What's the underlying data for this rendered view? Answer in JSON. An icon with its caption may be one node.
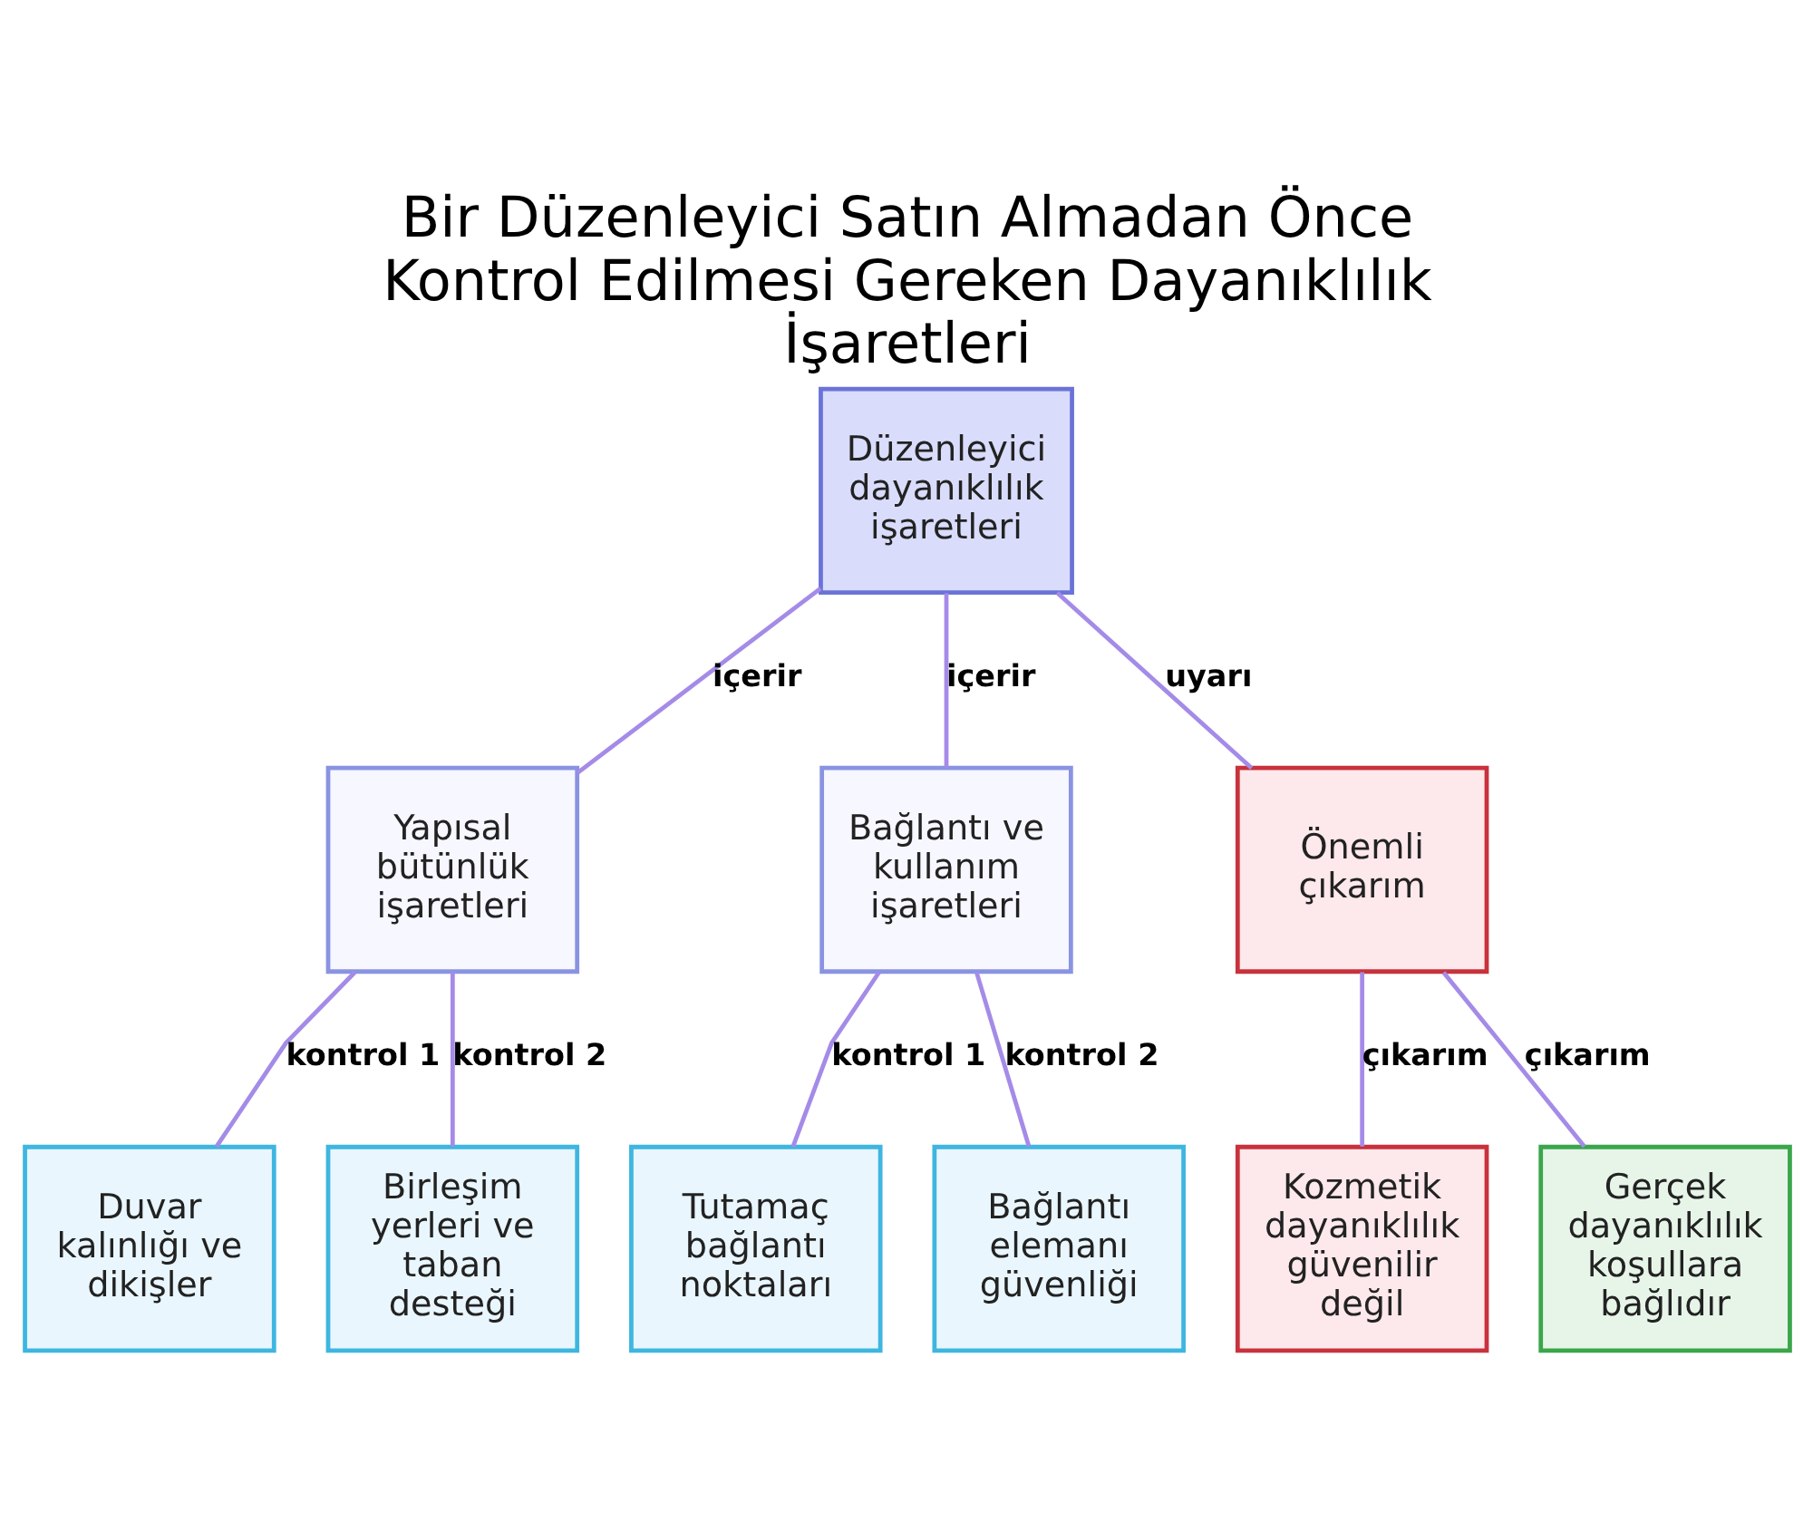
{
  "diagram": {
    "title": "Bir Düzenleyici Satın Almadan Önce Kontrol Edilmesi Gereken Dayanıklılık İşaretleri",
    "nodes": [
      {
        "text": [
          "Düzenleyici dayanıklılık işaretleri"
        ]
      },
      {
        "text": [
          "Yapısal bütünlük işaretleri"
        ]
      },
      {
        "text": [
          "Bağlantı ve kullanım işaretleri"
        ]
      },
      {
        "text": [
          "Önemli çıkarım"
        ]
      },
      {
        "text": [
          "Duvar kalınlığı ve dikişler"
        ]
      },
      {
        "text": [
          "Birleşim yerleri ve taban desteği"
        ]
      },
      {
        "text": [
          "Tutamaç bağlantı noktaları"
        ]
      },
      {
        "text": [
          "Bağlantı elemanı güvenliği"
        ]
      },
      {
        "text": [
          "Kozmetik dayanıklılık güvenilir değil"
        ]
      },
      {
        "text": [
          "Gerçek dayanıklılık koşullara bağlıdır"
        ]
      }
    ],
    "edges": [
      {
        "from": 0,
        "to": 1,
        "arrow": "none",
        "label": "içerir"
      },
      {
        "from": 0,
        "to": 2,
        "arrow": "none",
        "label": "içerir"
      },
      {
        "from": 0,
        "to": 3,
        "arrow": "none",
        "label": "uyarı"
      },
      {
        "from": 1,
        "to": 4,
        "arrow": "none",
        "label": "kontrol 1"
      },
      {
        "from": 1,
        "to": 5,
        "arrow": "none",
        "label": "kontrol 2"
      },
      {
        "from": 2,
        "to": 6,
        "arrow": "none",
        "label": "kontrol 1"
      },
      {
        "from": 2,
        "to": 7,
        "arrow": "none",
        "label": "kontrol 2"
      },
      {
        "from": 3,
        "to": 8,
        "arrow": "none",
        "label": "çıkarım"
      },
      {
        "from": 3,
        "to": 9,
        "arrow": "none",
        "label": "çıkarım"
      }
    ]
  }
}
